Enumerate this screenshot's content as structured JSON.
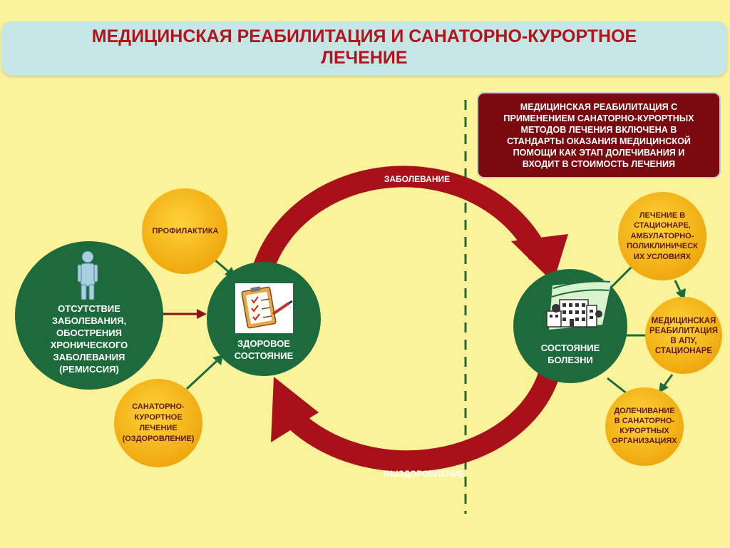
{
  "title": {
    "line1": "МЕДИЦИНСКАЯ РЕАБИЛИТАЦИЯ И САНАТОРНО-КУРОРТНОЕ",
    "line2": "ЛЕЧЕНИЕ"
  },
  "info_box": {
    "line1": "МЕДИЦИНСКАЯ РЕАБИЛИТАЦИЯ С",
    "line2": "ПРИМЕНЕНИЕМ САНАТОРНО-КУРОРТНЫХ",
    "line3": "МЕТОДОВ ЛЕЧЕНИЯ ВКЛЮЧЕНА В",
    "line4": "СТАНДАРТЫ ОКАЗАНИЯ МЕДИЦИНСКОЙ",
    "line5": "ПОМОЩИ КАК ЭТАП ДОЛЕЧИВАНИЯ И",
    "line6": "ВХОДИТ В СТОИМОСТЬ ЛЕЧЕНИЯ"
  },
  "arcs": {
    "top": "ЗАБОЛЕВАНИЕ",
    "bottom": "ВЫЗДОРОВЛЕНИЕ"
  },
  "nodes": {
    "remission": {
      "line1": "ОТСУТСТВИЕ",
      "line2": "ЗАБОЛЕВАНИЯ,",
      "line3": "ОБОСТРЕНИЯ",
      "line4": "ХРОНИЧЕСКОГО",
      "line5": "ЗАБОЛЕВАНИЯ",
      "line6": "(РЕМИССИЯ)",
      "icon": "person-icon"
    },
    "prevention": {
      "line1": "ПРОФИЛАКТИКА"
    },
    "sanatorium": {
      "line1": "САНАТОРНО-",
      "line2": "КУРОРТНОЕ",
      "line3": "ЛЕЧЕНИЕ",
      "line4": "(ОЗДОРОВЛЕНИЕ)"
    },
    "healthy": {
      "line1": "ЗДОРОВОЕ",
      "line2": "СОСТОЯНИЕ",
      "icon": "clipboard-icon"
    },
    "disease": {
      "line1": "СОСТОЯНИЕ",
      "line2": "БОЛЕЗНИ",
      "icon": "hospital-icon"
    },
    "hospital_treatment": {
      "line1": "ЛЕЧЕНИЕ В",
      "line2": "СТАЦИОНАРЕ,",
      "line3": "АМБУЛАТОРНО-",
      "line4": "ПОЛИКЛИНИЧЕСК",
      "line5": "ИХ УСЛОВИЯХ"
    },
    "medical_rehab": {
      "line1": "МЕДИЦИНСКАЯ",
      "line2": "РЕАБИЛИТАЦИЯ",
      "line3": "В АПУ,",
      "line4": "СТАЦИОНАРЕ"
    },
    "aftercare": {
      "line1": "ДОЛЕЧИВАНИЕ",
      "line2": "В САНАТОРНО-",
      "line3": "КУРОРТНЫХ",
      "line4": "ОРГАНИЗАЦИЯХ"
    }
  },
  "colors": {
    "background": "#fbf39a",
    "title_text": "#b3141c",
    "dark_green": "#1d6b3c",
    "orange": "#f5b511",
    "arc_red": "#a8111a",
    "info_bg": "#7a0a10"
  }
}
